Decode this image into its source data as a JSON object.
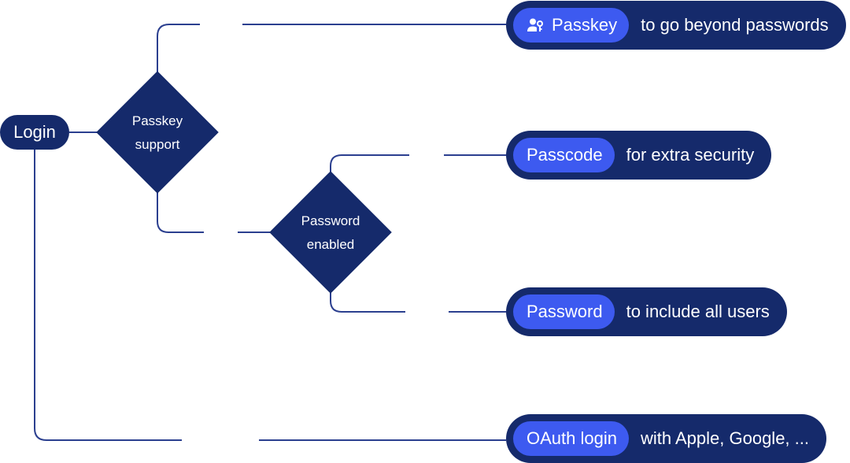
{
  "colors": {
    "node_dark": "#152a6b",
    "chip_blue": "#3d5af0",
    "line": "#2b3f8f",
    "text": "#ffffff"
  },
  "start": {
    "label": "Login"
  },
  "decisions": [
    {
      "label_line1": "Passkey",
      "label_line2": "support"
    },
    {
      "label_line1": "Password",
      "label_line2": "enabled"
    }
  ],
  "outcomes": [
    {
      "chip": "Passkey",
      "text": "to go beyond passwords",
      "icon": "user-key-icon"
    },
    {
      "chip": "Passcode",
      "text": "for extra security"
    },
    {
      "chip": "Password",
      "text": "to include all users"
    },
    {
      "chip": "OAuth login",
      "text": "with Apple, Google, ..."
    }
  ]
}
